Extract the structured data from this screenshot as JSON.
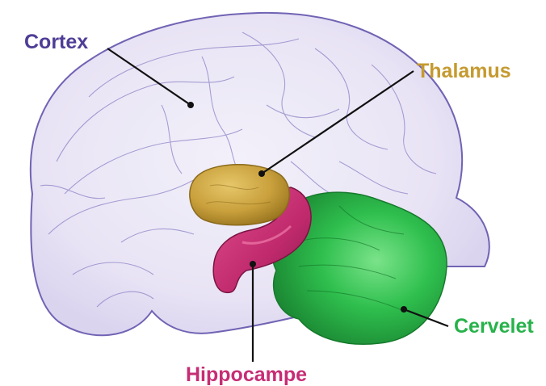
{
  "labels": {
    "cortex": "Cortex",
    "thalamus": "Thalamus",
    "cervelet": "Cervelet",
    "hippocampe": "Hippocampe"
  },
  "colors": {
    "cortex": "#4f3d96",
    "thalamus": "#c59a2f",
    "cervelet": "#27b24a",
    "hippocampe": "#c62d74",
    "leader_line": "#111111",
    "background": "#ffffff"
  }
}
